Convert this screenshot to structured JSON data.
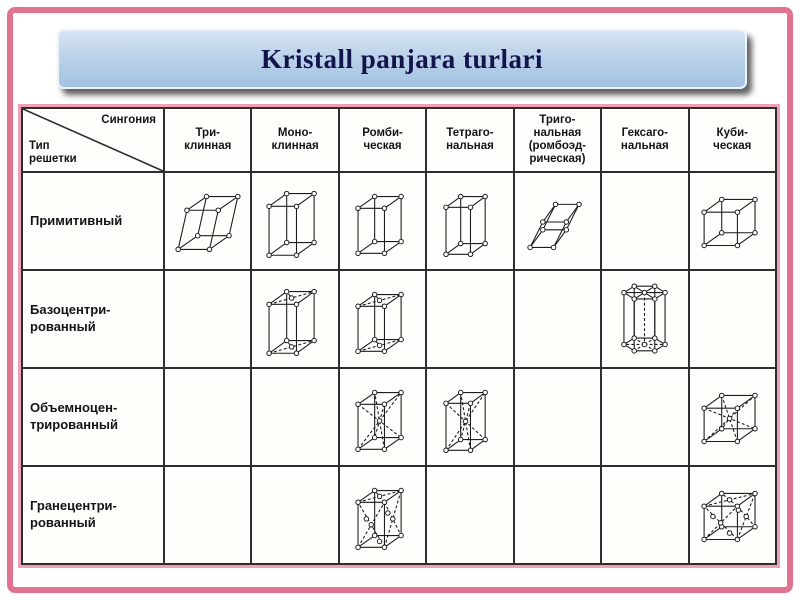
{
  "slide": {
    "title": "Kristall panjara turlari"
  },
  "colors": {
    "frame_pink": "#e17390",
    "table_border_pink": "#ef9fb6",
    "title_box_blue": "#b9d2ea",
    "title_text": "#14144c",
    "table_line": "#2e2e2e"
  },
  "table": {
    "corner": {
      "top": "Сингония",
      "bottom": "Тип\nрешетки"
    },
    "columns": [
      {
        "label": "Три-\nклинная"
      },
      {
        "label": "Моно-\nклинная"
      },
      {
        "label": "Ромби-\nческая"
      },
      {
        "label": "Тетраго-\nнальная"
      },
      {
        "label": "Триго-\nнальная\n(ромбоэд-\nрическая)"
      },
      {
        "label": "Гексаго-\nнальная"
      },
      {
        "label": "Куби-\nческая"
      }
    ],
    "rows": [
      {
        "label": "Примитивный",
        "cells": [
          "triclinic-P",
          "monoclinic-P",
          "orthorhombic-P",
          "tetragonal-P",
          "trigonal-R",
          "",
          "cubic-P"
        ]
      },
      {
        "label": "Базоцентри-\nрованный",
        "cells": [
          "",
          "monoclinic-C",
          "orthorhombic-C",
          "",
          "",
          "hexagonal-P",
          ""
        ]
      },
      {
        "label": "Объемноцен-\nтрированный",
        "cells": [
          "",
          "",
          "orthorhombic-I",
          "tetragonal-I",
          "",
          "",
          "cubic-I"
        ]
      },
      {
        "label": "Гранецентри-\nрованный",
        "cells": [
          "",
          "",
          "orthorhombic-F",
          "",
          "",
          "",
          "cubic-F"
        ]
      }
    ]
  }
}
